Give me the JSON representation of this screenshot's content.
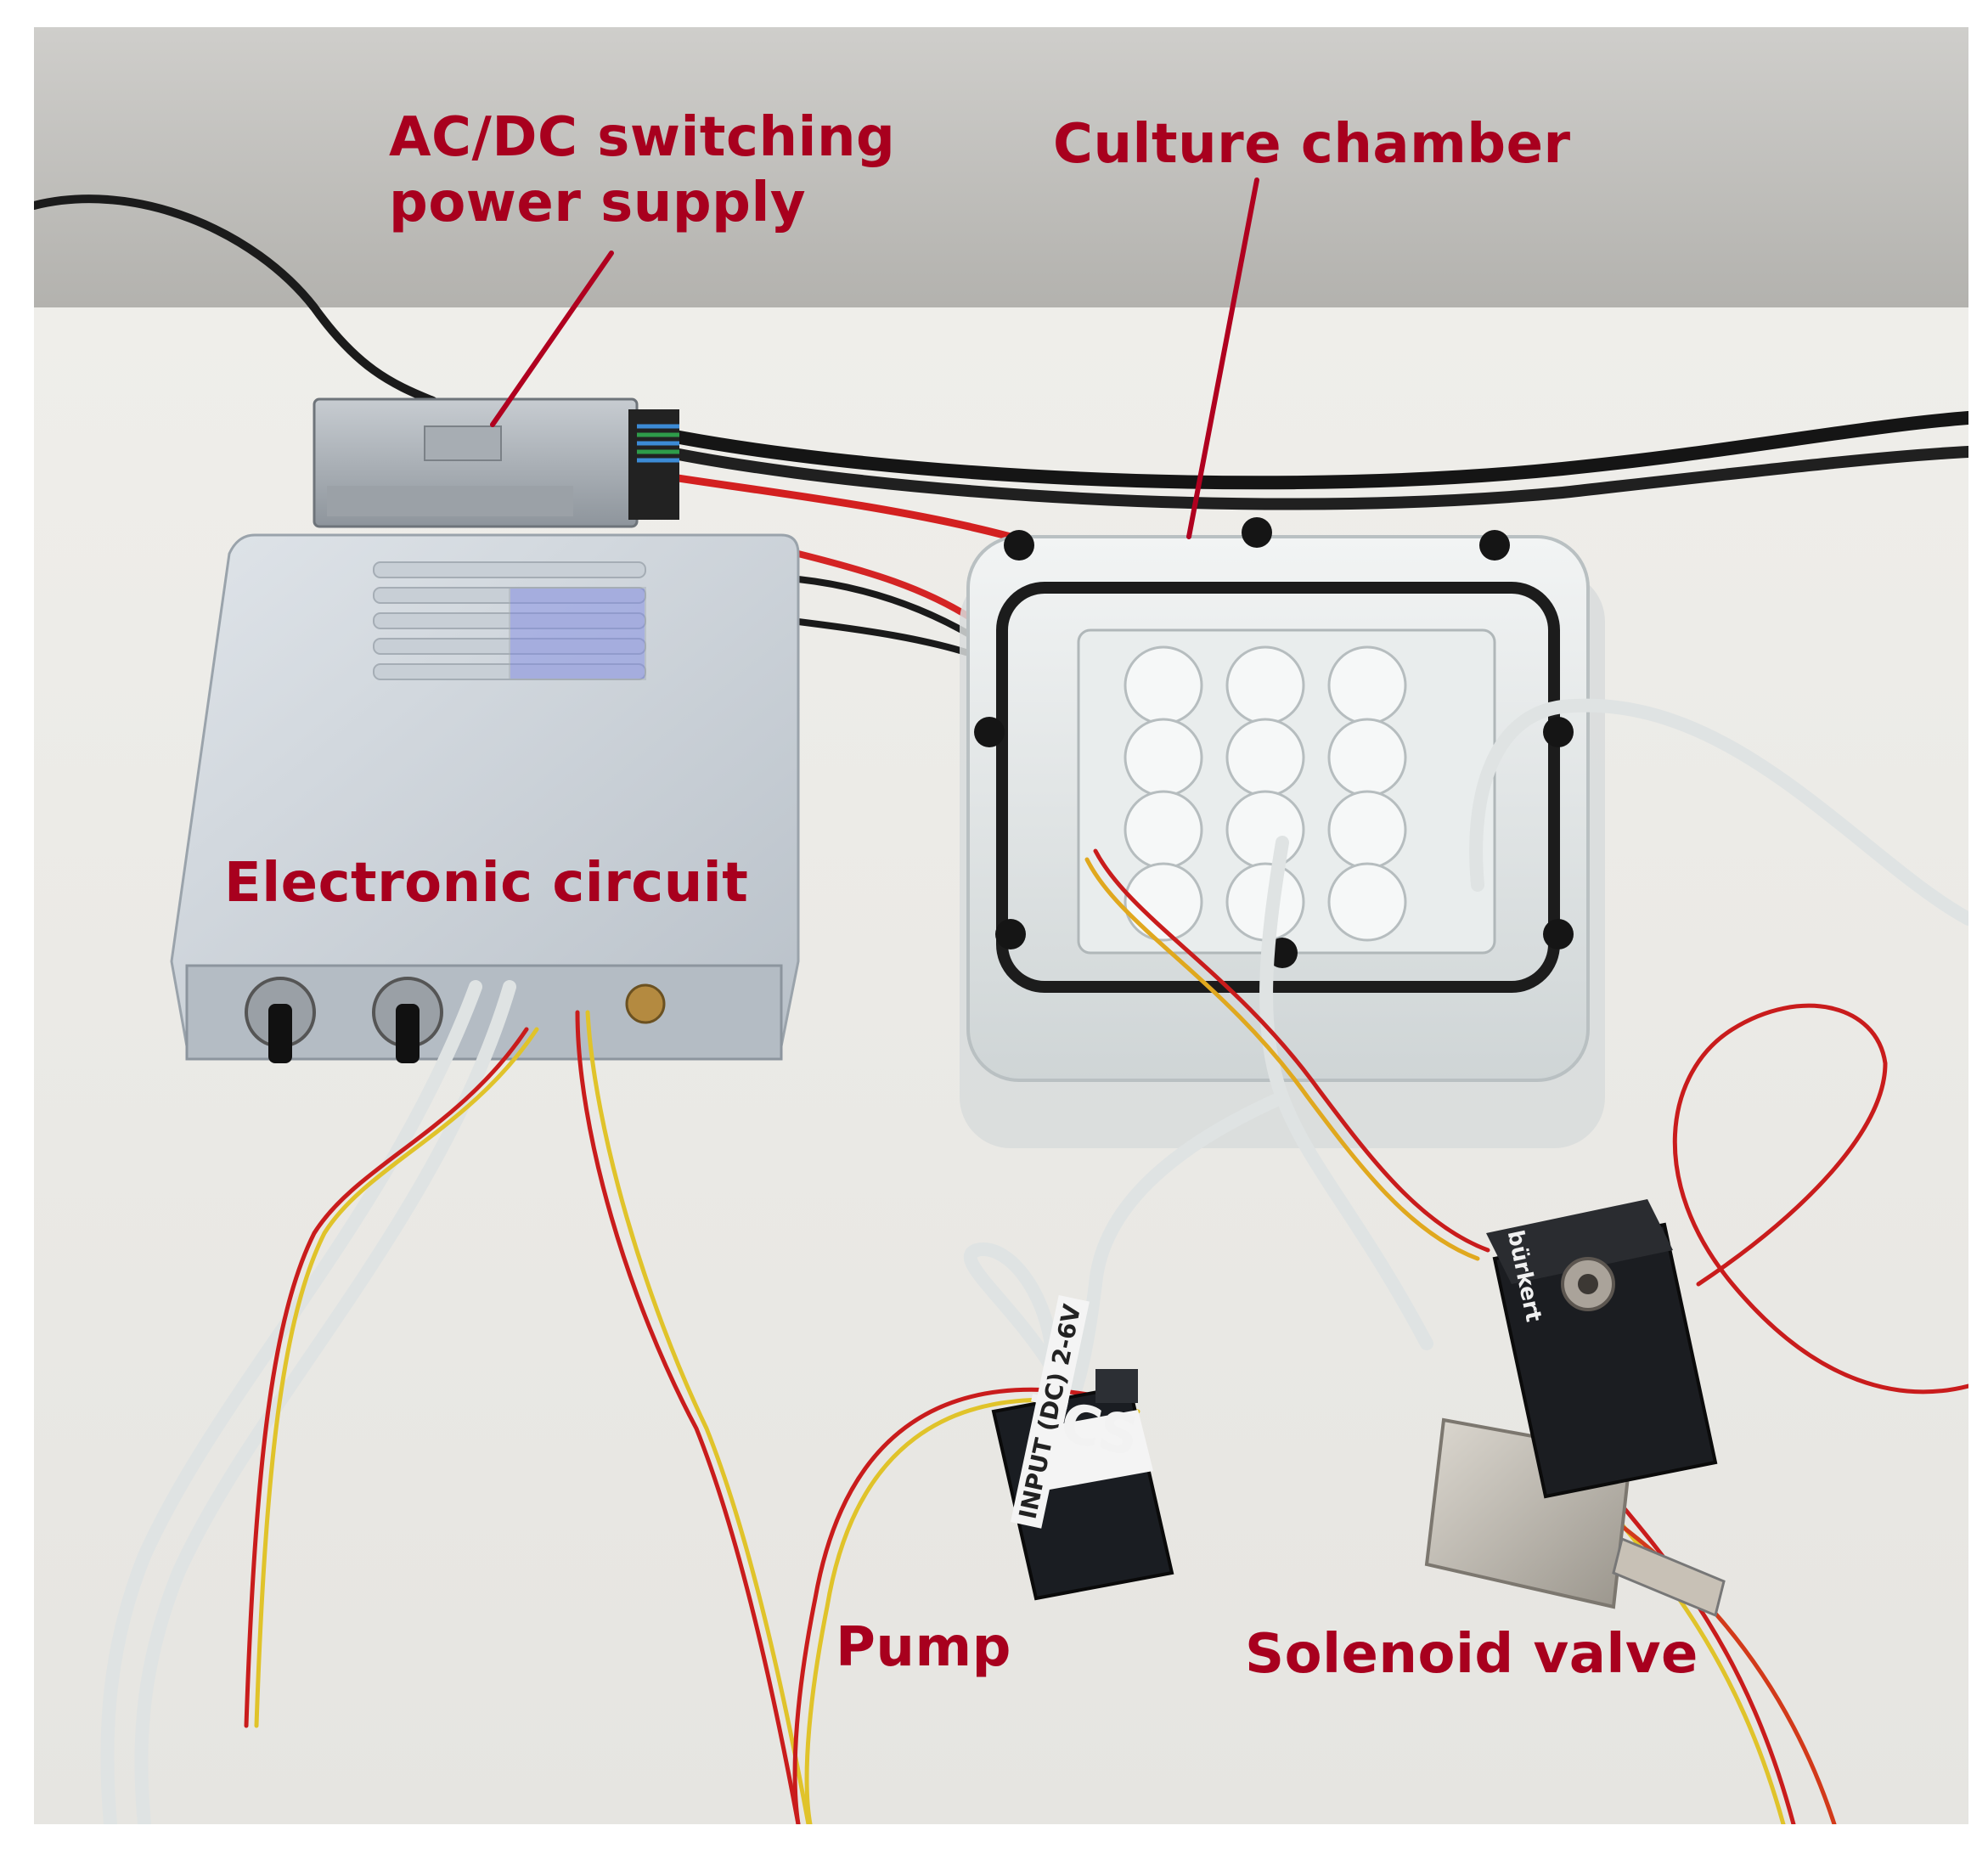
{
  "figure": {
    "labels": {
      "power_supply_line1": "AC/DC switching",
      "power_supply_line2": "power supply",
      "culture_chamber": "Culture chamber",
      "electronic_circuit": "Electronic circuit",
      "pump": "Pump",
      "solenoid_valve": "Solenoid valve"
    },
    "device_markings": {
      "pump_brand": "TCS",
      "pump_input": "INPUT (DC) 2-6V",
      "valve_brand": "bürkert"
    },
    "colors": {
      "label_text": "#a8001e",
      "leader_line": "#b0001f",
      "wall": "#bdbcb8",
      "table": "#ecebe7"
    }
  }
}
